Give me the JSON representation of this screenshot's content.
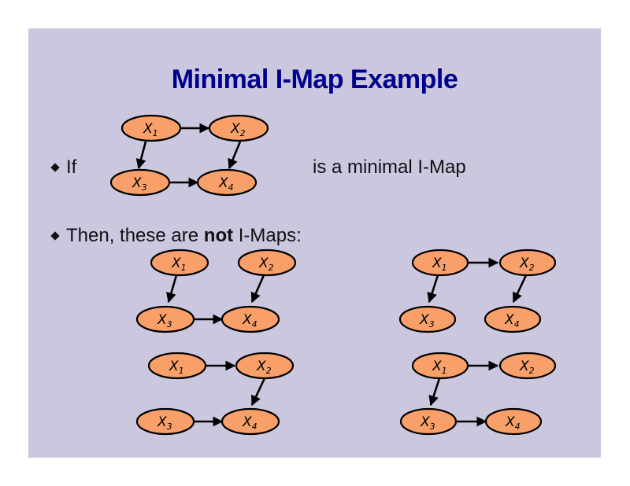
{
  "slide": {
    "title": "Minimal I-Map Example",
    "background_color": "#cbc7df",
    "title_color": "#00008e",
    "node_fill_color": "#f9a06a",
    "bullets": [
      {
        "prefix": "If",
        "suffix": "is a minimal I-Map"
      },
      {
        "text_before": "Then, these are ",
        "text_bold": "not",
        "text_after": " I-Maps:"
      }
    ]
  },
  "graphs": [
    {
      "id": "minimal-imap",
      "nodes": [
        {
          "id": "X1",
          "label": "X",
          "sub": "1"
        },
        {
          "id": "X2",
          "label": "X",
          "sub": "2"
        },
        {
          "id": "X3",
          "label": "X",
          "sub": "3"
        },
        {
          "id": "X4",
          "label": "X",
          "sub": "4"
        }
      ],
      "edges": [
        [
          "X1",
          "X2"
        ],
        [
          "X1",
          "X3"
        ],
        [
          "X2",
          "X4"
        ],
        [
          "X3",
          "X4"
        ]
      ]
    },
    {
      "id": "not-imap-top-left",
      "nodes": [
        {
          "id": "X1",
          "label": "X",
          "sub": "1"
        },
        {
          "id": "X2",
          "label": "X",
          "sub": "2"
        },
        {
          "id": "X3",
          "label": "X",
          "sub": "3"
        },
        {
          "id": "X4",
          "label": "X",
          "sub": "4"
        }
      ],
      "edges": [
        [
          "X1",
          "X3"
        ],
        [
          "X2",
          "X4"
        ],
        [
          "X3",
          "X4"
        ]
      ]
    },
    {
      "id": "not-imap-top-right",
      "nodes": [
        {
          "id": "X1",
          "label": "X",
          "sub": "1"
        },
        {
          "id": "X2",
          "label": "X",
          "sub": "2"
        },
        {
          "id": "X3",
          "label": "X",
          "sub": "3"
        },
        {
          "id": "X4",
          "label": "X",
          "sub": "4"
        }
      ],
      "edges": [
        [
          "X1",
          "X2"
        ],
        [
          "X1",
          "X3"
        ],
        [
          "X2",
          "X4"
        ]
      ]
    },
    {
      "id": "not-imap-bottom-left",
      "nodes": [
        {
          "id": "X1",
          "label": "X",
          "sub": "1"
        },
        {
          "id": "X2",
          "label": "X",
          "sub": "2"
        },
        {
          "id": "X3",
          "label": "X",
          "sub": "3"
        },
        {
          "id": "X4",
          "label": "X",
          "sub": "4"
        }
      ],
      "edges": [
        [
          "X1",
          "X2"
        ],
        [
          "X2",
          "X4"
        ],
        [
          "X3",
          "X4"
        ]
      ]
    },
    {
      "id": "not-imap-bottom-right",
      "nodes": [
        {
          "id": "X1",
          "label": "X",
          "sub": "1"
        },
        {
          "id": "X2",
          "label": "X",
          "sub": "2"
        },
        {
          "id": "X3",
          "label": "X",
          "sub": "3"
        },
        {
          "id": "X4",
          "label": "X",
          "sub": "4"
        }
      ],
      "edges": [
        [
          "X1",
          "X2"
        ],
        [
          "X1",
          "X3"
        ],
        [
          "X3",
          "X4"
        ]
      ]
    }
  ]
}
